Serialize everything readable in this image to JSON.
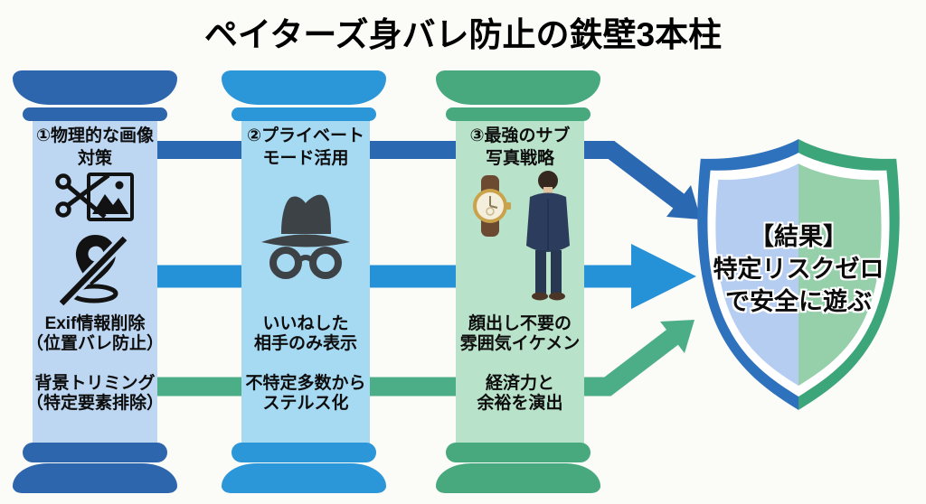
{
  "title": "ペイターズ身バレ防止の鉄壁3本柱",
  "pillars": [
    {
      "heading_line1": "①物理的な画像",
      "heading_line2": "対策",
      "icons": [
        "scissors-cut-photo-icon",
        "no-location-pin-icon"
      ],
      "point1_line1": "Exif情報削除",
      "point1_line2": "（位置バレ防止）",
      "point2_line1": "背景トリミング",
      "point2_line2": "（特定要素排除）"
    },
    {
      "heading_line1": "②プライベート",
      "heading_line2": "モード活用",
      "icons": [
        "incognito-icon"
      ],
      "point1_line1": "いいねした",
      "point1_line2": "相手のみ表示",
      "point2_line1": "不特定多数から",
      "point2_line2": "ステルス化"
    },
    {
      "heading_line1": "③最強のサブ",
      "heading_line2": "写真戦略",
      "icons": [
        "luxury-watch-illustration",
        "man-back-suit-illustration"
      ],
      "point1_line1": "顔出し不要の",
      "point1_line2": "雰囲気イケメン",
      "point2_line1": "経済力と",
      "point2_line2": "余裕を演出"
    }
  ],
  "result_shield": {
    "line1": "【結果】",
    "line2": "特定リスクゼロ",
    "line3": "で安全に遊ぶ"
  },
  "colors": {
    "pillar1_accent": "#2e66ae",
    "pillar1_body": "#bdd6f1",
    "pillar2_accent": "#2b96d8",
    "pillar2_body": "#a6d9f2",
    "pillar3_accent": "#48a87e",
    "pillar3_body": "#b9e2ca",
    "arrow_top": "#2a69b2",
    "arrow_middle": "#2591d7",
    "arrow_bottom": "#4cae87",
    "shield_border_left": "#2e71bd",
    "shield_border_right": "#3da57a",
    "shield_fill_left": "#b5cdf1",
    "shield_fill_right": "#96d0aa",
    "icon_dark": "#3d4246",
    "text_dark": "#0d0d0d",
    "background": "#fbfbf8"
  }
}
